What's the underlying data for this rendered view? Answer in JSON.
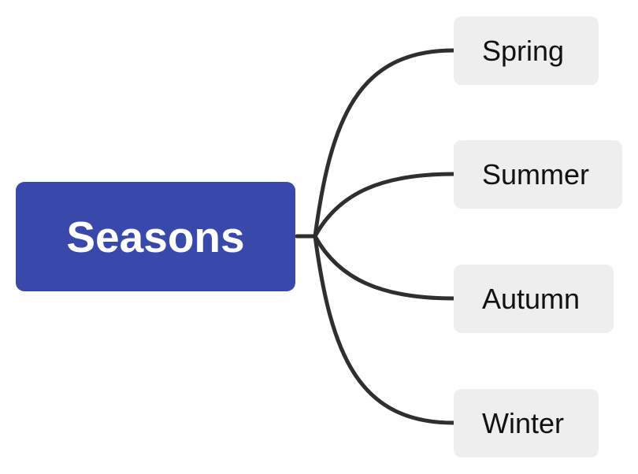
{
  "diagram": {
    "root": {
      "label": "Seasons",
      "background": "#3949AB"
    },
    "children": [
      {
        "label": "Spring"
      },
      {
        "label": "Summer"
      },
      {
        "label": "Autumn"
      },
      {
        "label": "Winter"
      }
    ],
    "connector_color": "#2f2f2f",
    "child_background": "#eeeeee"
  }
}
